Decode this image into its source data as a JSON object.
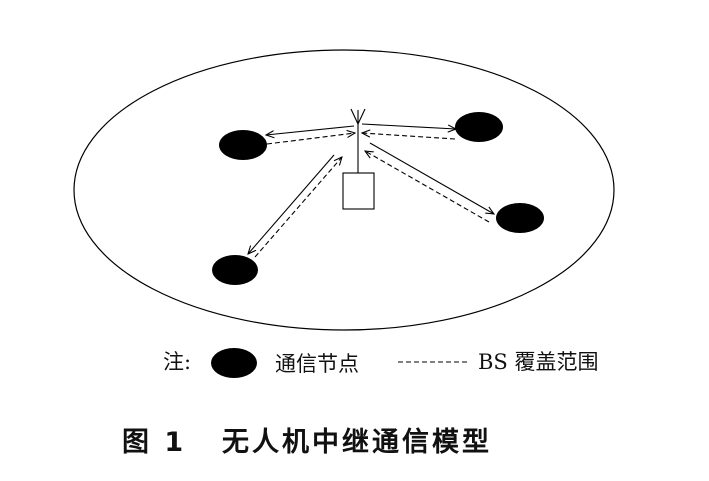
{
  "legend": {
    "prefix": "注:",
    "node_label": "通信节点",
    "range_label": "BS 覆盖范围"
  },
  "caption": {
    "number": "图 1",
    "title": "无人机中继通信模型"
  },
  "colors": {
    "ink": "#000000",
    "background": "#ffffff"
  }
}
